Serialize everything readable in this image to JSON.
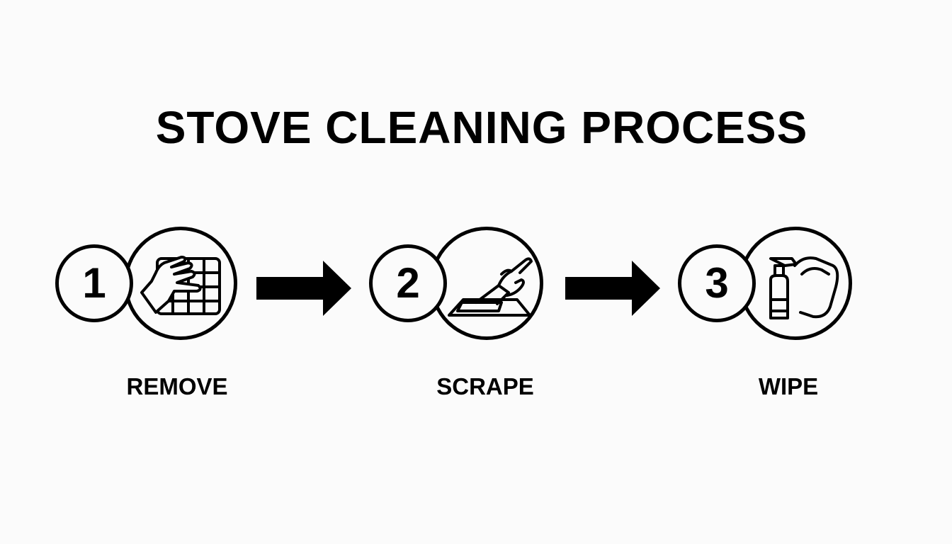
{
  "title": "STOVE CLEANING PROCESS",
  "steps": [
    {
      "number": "1",
      "label": "REMOVE",
      "icon": "hand-on-grate-icon"
    },
    {
      "number": "2",
      "label": "SCRAPE",
      "icon": "scraper-icon"
    },
    {
      "number": "3",
      "label": "WIPE",
      "icon": "spray-bottle-cloth-icon"
    }
  ],
  "colors": {
    "ink": "#000000",
    "background": "#fbfbfb"
  }
}
